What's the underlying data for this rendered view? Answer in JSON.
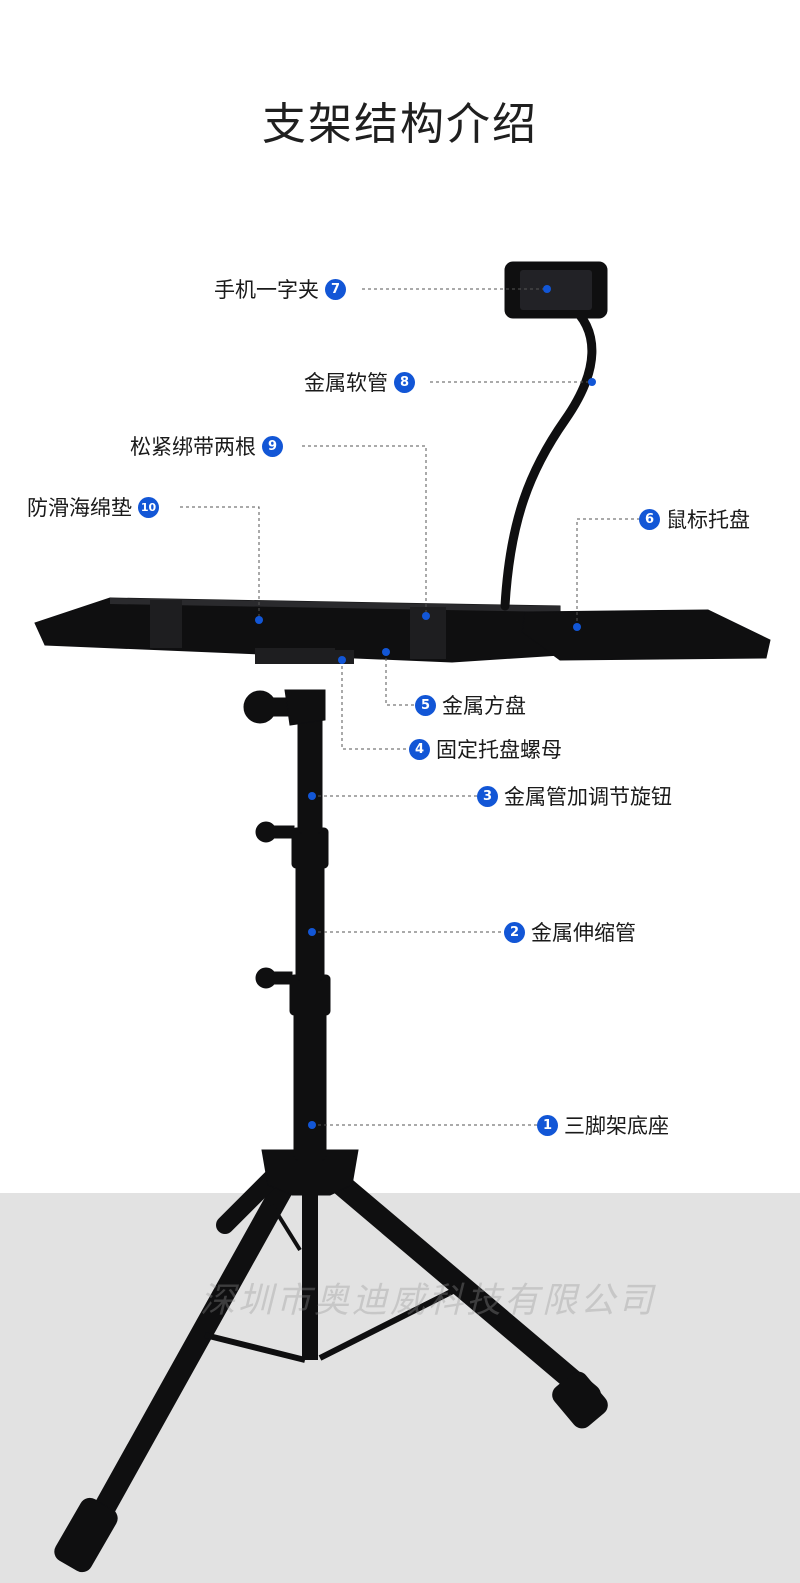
{
  "title": "支架结构介绍",
  "watermark": "深圳市奥迪威科技有限公司",
  "accent_color": "#1256d6",
  "callouts": [
    {
      "num": "1",
      "label": "三脚架底座"
    },
    {
      "num": "2",
      "label": "金属伸缩管"
    },
    {
      "num": "3",
      "label": "金属管加调节旋钮"
    },
    {
      "num": "4",
      "label": "固定托盘螺母"
    },
    {
      "num": "5",
      "label": "金属方盘"
    },
    {
      "num": "6",
      "label": "鼠标托盘"
    },
    {
      "num": "7",
      "label": "手机一字夹"
    },
    {
      "num": "8",
      "label": "金属软管"
    },
    {
      "num": "9",
      "label": "松紧绑带两根"
    },
    {
      "num": "10",
      "label": "防滑海绵垫"
    }
  ]
}
